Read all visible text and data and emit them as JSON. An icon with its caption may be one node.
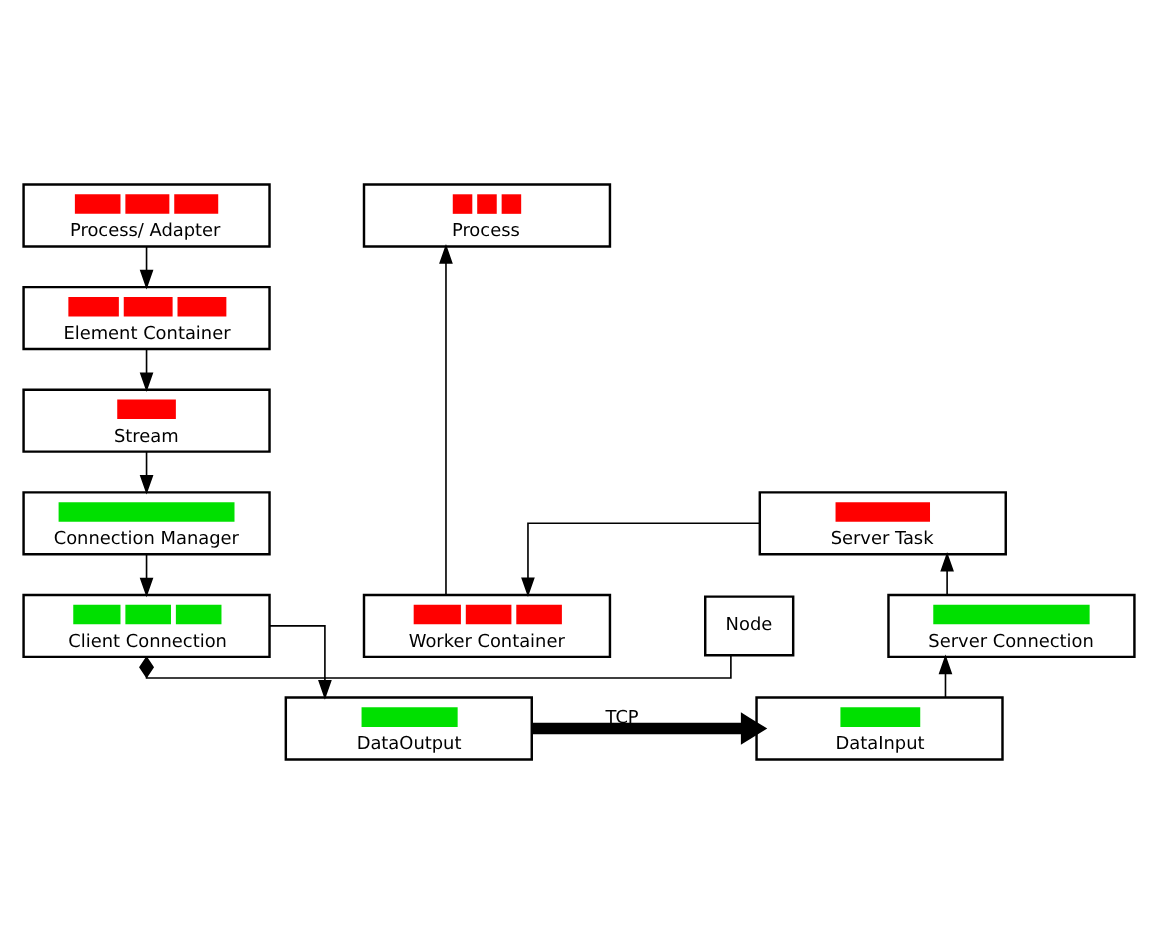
{
  "diagram": {
    "nodes": [
      {
        "text": [
          "Process/ Adapter"
        ]
      },
      {
        "text": [
          "Element Container"
        ]
      },
      {
        "text": [
          "Stream"
        ]
      },
      {
        "text": [
          "Connection Manager"
        ]
      },
      {
        "text": [
          "Client Connection"
        ]
      },
      {
        "text": [
          "DataOutput"
        ]
      },
      {
        "text": [
          "Node"
        ]
      },
      {
        "text": [
          "Process"
        ]
      },
      {
        "text": [
          "Worker Container"
        ]
      },
      {
        "text": [
          "Server Task"
        ]
      },
      {
        "text": [
          "Server Connection"
        ]
      },
      {
        "text": [
          "DataInput"
        ]
      }
    ],
    "edges": [
      {
        "from": 0,
        "to": 1,
        "arrow": "to"
      },
      {
        "from": 1,
        "to": 2,
        "arrow": "to"
      },
      {
        "from": 2,
        "to": 3,
        "arrow": "to"
      },
      {
        "from": 3,
        "to": 4,
        "arrow": "to"
      },
      {
        "from": 4,
        "to": 5,
        "arrow": "to"
      },
      {
        "from": 6,
        "to": 4,
        "arrow": "other"
      },
      {
        "from": 5,
        "to": 11,
        "arrow": "to",
        "label": "TCP",
        "style": "thick"
      },
      {
        "from": 11,
        "to": 10,
        "arrow": "to"
      },
      {
        "from": 10,
        "to": 9,
        "arrow": "to"
      },
      {
        "from": 9,
        "to": 8,
        "arrow": "to"
      },
      {
        "from": 8,
        "to": 7,
        "arrow": "to"
      }
    ]
  }
}
